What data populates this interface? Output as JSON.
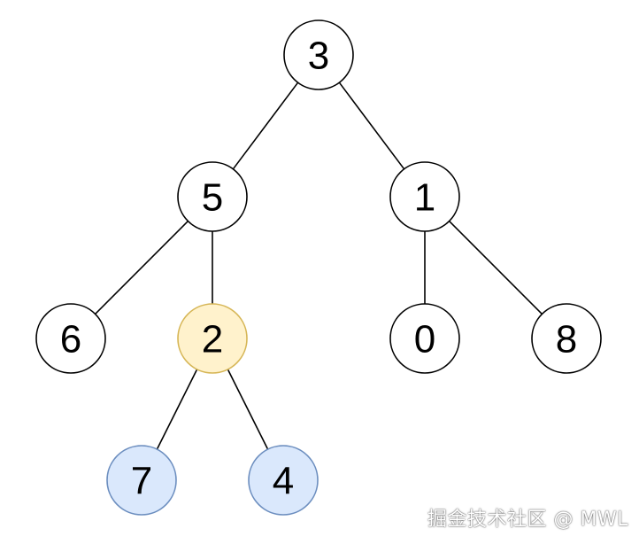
{
  "tree": {
    "nodes": [
      {
        "id": "n3",
        "label": "3",
        "style": "default"
      },
      {
        "id": "n5",
        "label": "5",
        "style": "default"
      },
      {
        "id": "n1",
        "label": "1",
        "style": "default"
      },
      {
        "id": "n6",
        "label": "6",
        "style": "default"
      },
      {
        "id": "n2",
        "label": "2",
        "style": "highlight"
      },
      {
        "id": "n0",
        "label": "0",
        "style": "default"
      },
      {
        "id": "n8",
        "label": "8",
        "style": "default"
      },
      {
        "id": "n7",
        "label": "7",
        "style": "subtree"
      },
      {
        "id": "n4",
        "label": "4",
        "style": "subtree"
      }
    ],
    "edges": [
      {
        "from": "n3",
        "to": "n5"
      },
      {
        "from": "n3",
        "to": "n1"
      },
      {
        "from": "n5",
        "to": "n6"
      },
      {
        "from": "n5",
        "to": "n2"
      },
      {
        "from": "n1",
        "to": "n0"
      },
      {
        "from": "n1",
        "to": "n8"
      },
      {
        "from": "n2",
        "to": "n7"
      },
      {
        "from": "n2",
        "to": "n4"
      }
    ]
  },
  "colors": {
    "default_fill": "#ffffff",
    "default_stroke": "#000000",
    "highlight_fill": "#fff2cc",
    "highlight_stroke": "#d6b656",
    "subtree_fill": "#dae8fc",
    "subtree_stroke": "#6c8ebf",
    "edge": "#000000"
  },
  "watermark": "掘金技术社区 @ MWL"
}
